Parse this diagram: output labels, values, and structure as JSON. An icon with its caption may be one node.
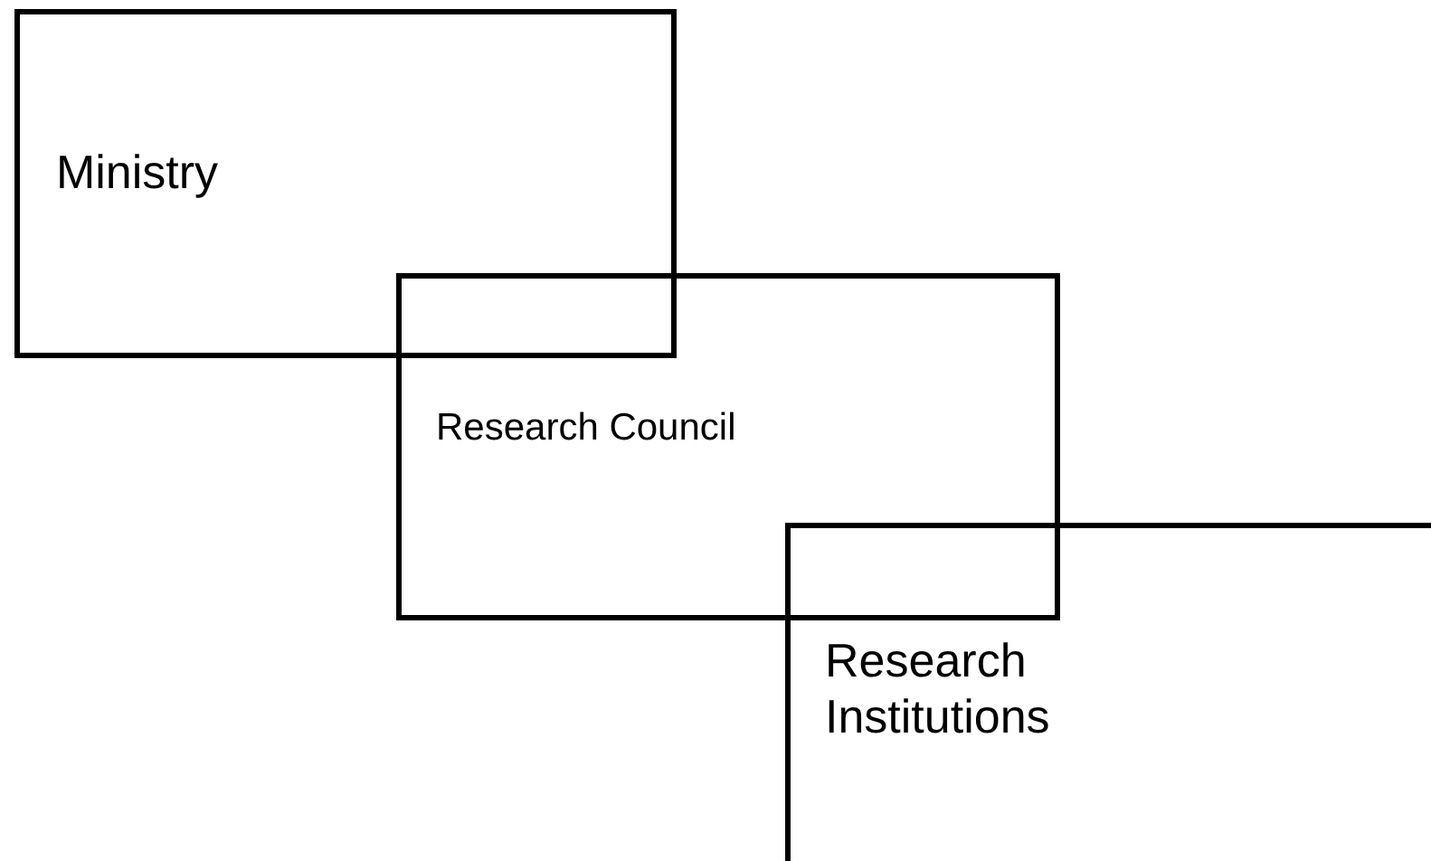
{
  "diagram": {
    "nodes": [
      {
        "text": [
          "Ministry"
        ]
      },
      {
        "text": [
          "Research Council"
        ]
      },
      {
        "text": [
          "Research Institutions"
        ]
      }
    ]
  }
}
